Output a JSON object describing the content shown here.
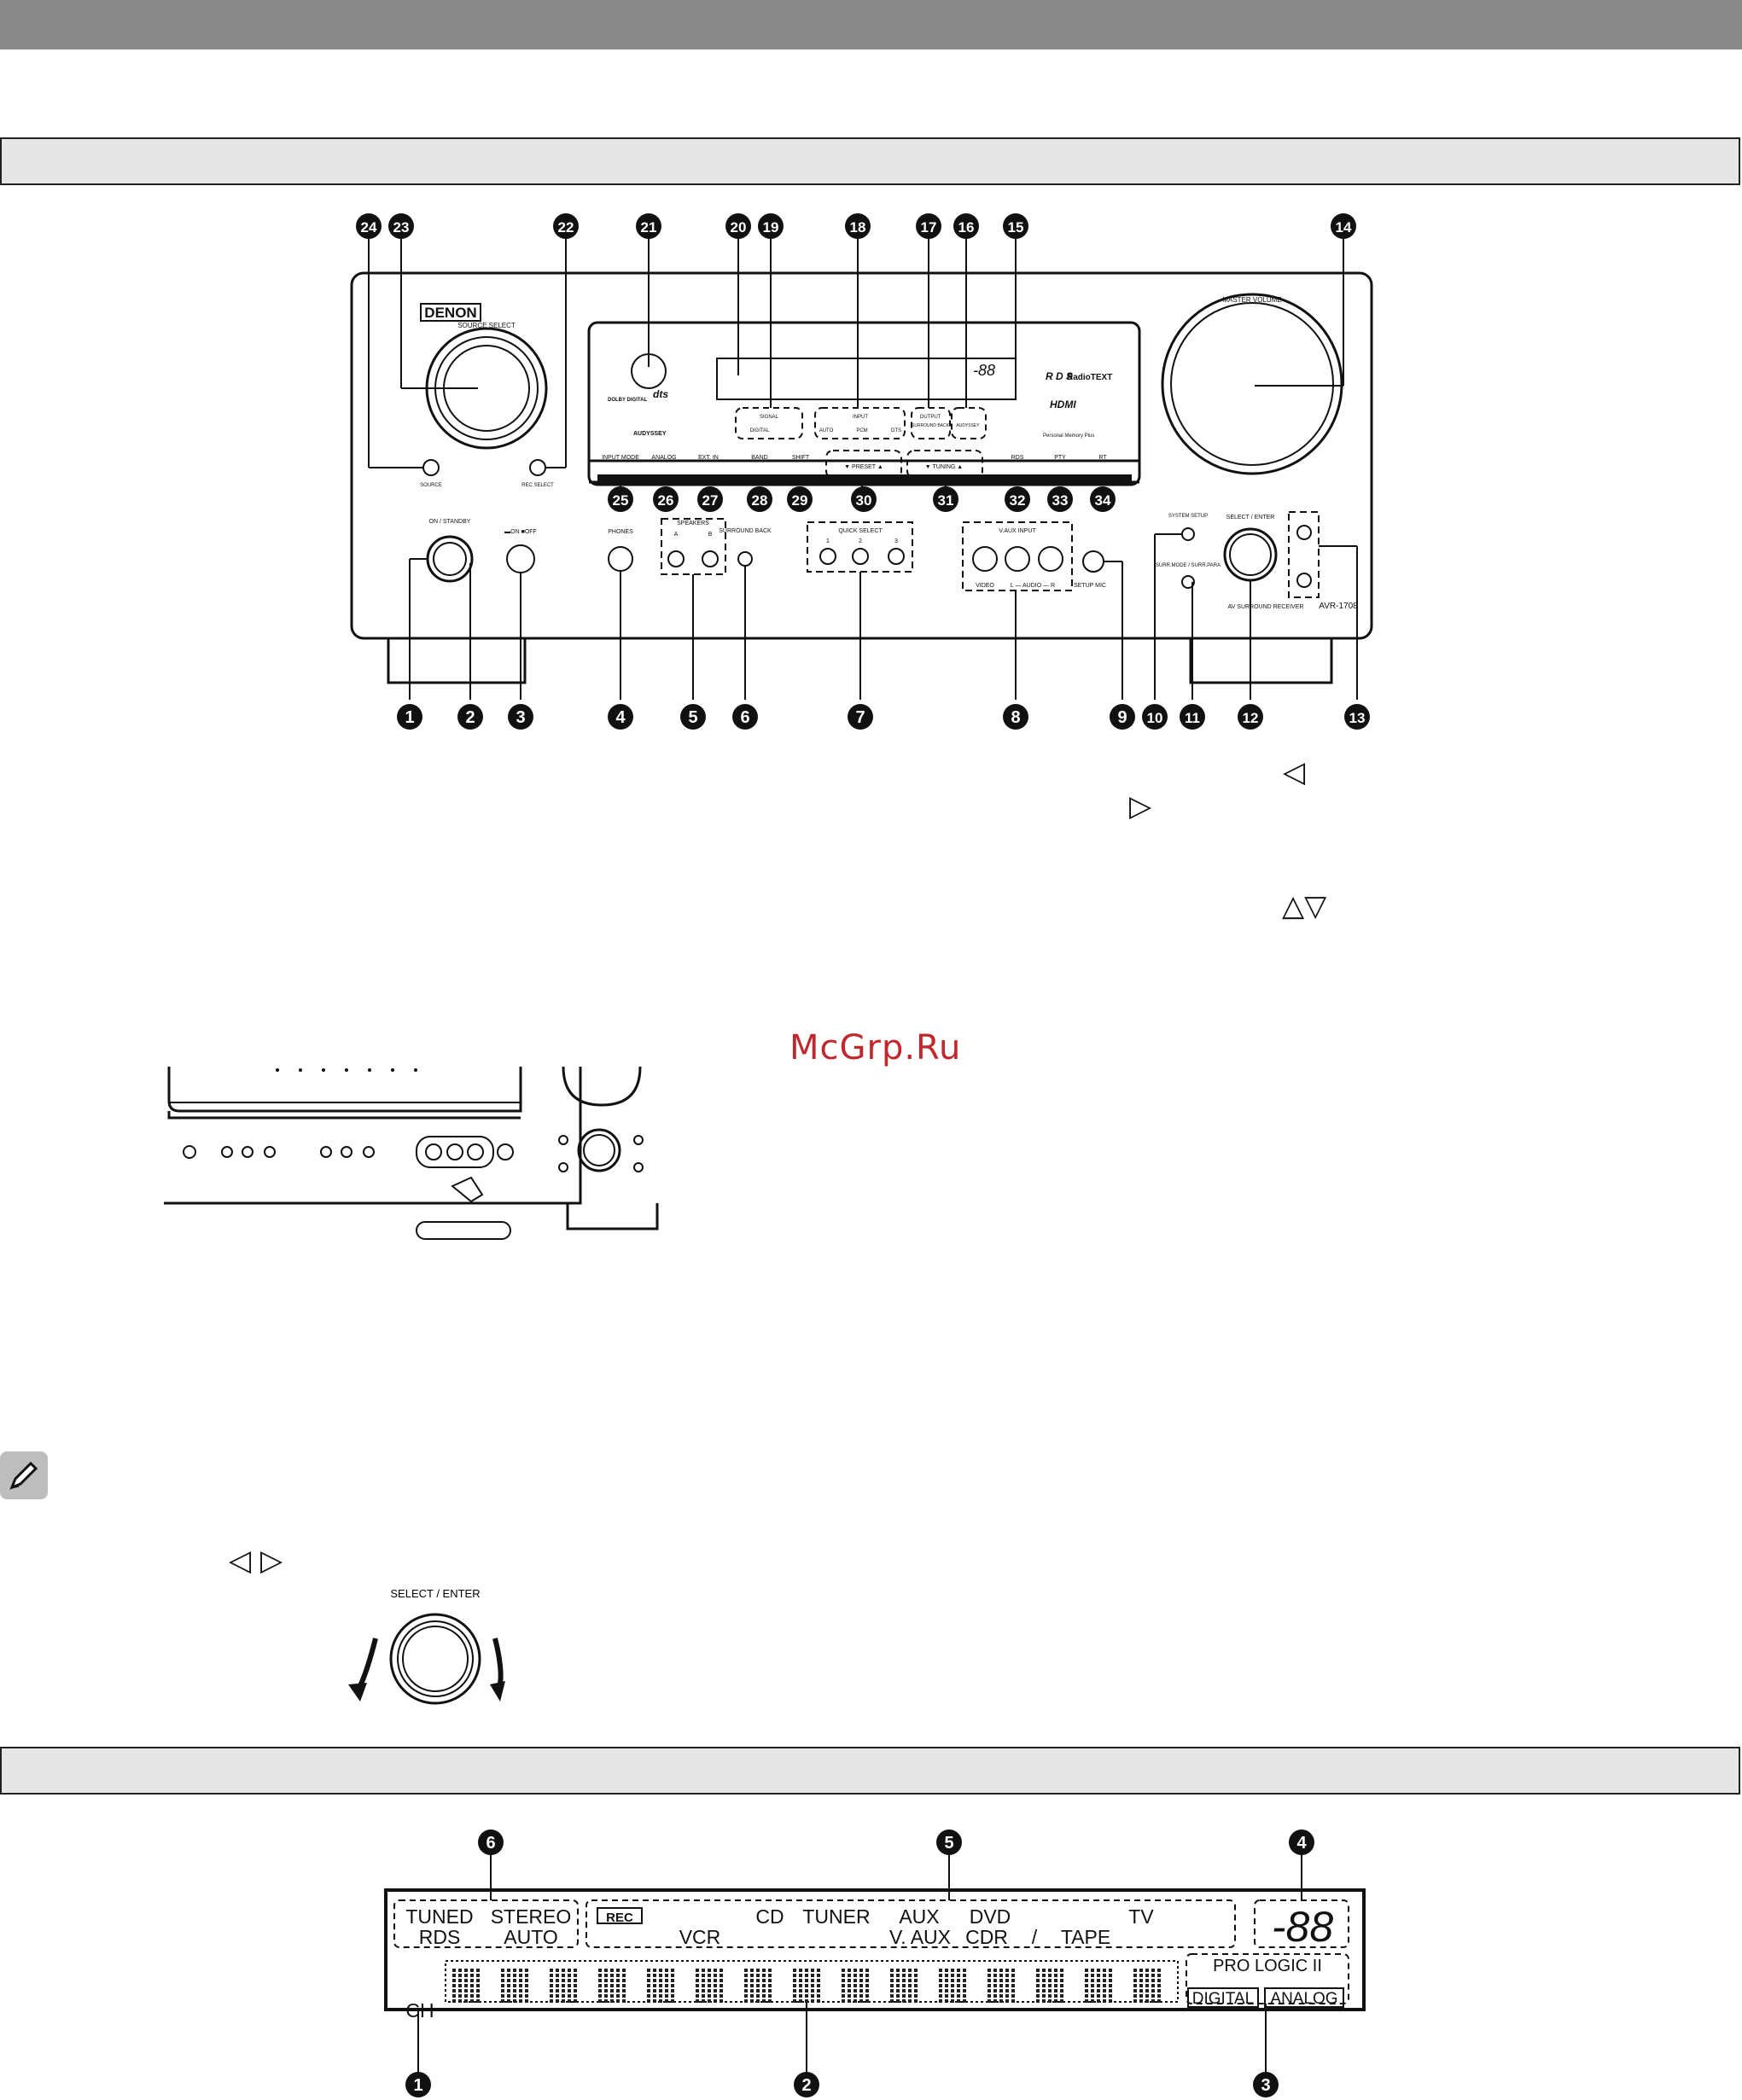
{
  "front_panel": {
    "brand": "DENON",
    "source_select_label": "SOURCE SELECT",
    "master_volume_label": "MASTER VOLUME",
    "on_standby_label": "ON / STANDBY",
    "power_label": "▬ON  ■OFF",
    "phones_label": "PHONES",
    "speakers_label": "SPEAKERS",
    "speakers_a": "A",
    "speakers_b": "B",
    "surround_back_label": "SURROUND BACK",
    "quick_select_label": "QUICK SELECT",
    "quick_select_1": "1",
    "quick_select_2": "2",
    "quick_select_3": "3",
    "v_aux_input_label": "V.AUX INPUT",
    "video_label": "VIDEO",
    "audio_label": "L — AUDIO — R",
    "setup_mic_label": "SETUP MIC",
    "system_setup_label": "SYSTEM SETUP",
    "surr_mode_label": "SURR.MODE / SURR.PARA",
    "select_enter_label": "SELECT / ENTER",
    "model_label": "AV SURROUND RECEIVER",
    "model_number": "AVR-1708",
    "source_button_label": "SOURCE",
    "rec_select_label": "REC SELECT",
    "rds_logo": "R D S",
    "radiotext_logo": "RadioTEXT",
    "hdmi_logo": "HDMI",
    "personal_memory_logo": "Personal Memory Plus",
    "signal_label": "SIGNAL",
    "signal_digital": "DIGITAL",
    "input_label": "INPUT",
    "input_auto": "AUTO",
    "input_pcm": "PCM",
    "input_dts": "DTS",
    "output_label": "OUTPUT",
    "output_surround_back": "SURROUND BACK",
    "audyssey_label": "AUDYSSEY",
    "dolby_logo": "DOLBY DIGITAL",
    "dts_logo": "dts",
    "audyssey_logo": "AUDYSSEY",
    "display_segment": "-88",
    "buttons": [
      "INPUT MODE",
      "ANALOG",
      "EXT. IN",
      "BAND",
      "SHIFT",
      "▼ PRESET ▲",
      "▼ TUNING ▲",
      "RDS",
      "PTY",
      "RT"
    ]
  },
  "callouts_top": [
    "24",
    "23",
    "22",
    "21",
    "20",
    "19",
    "18",
    "17",
    "16",
    "15",
    "14"
  ],
  "callouts_buttons": [
    "25",
    "26",
    "27",
    "28",
    "29",
    "30",
    "31",
    "32",
    "33",
    "34"
  ],
  "callouts_bottom": [
    "1",
    "2",
    "3",
    "4",
    "5",
    "6",
    "7",
    "8",
    "9",
    "10",
    "11",
    "12",
    "13"
  ],
  "knob_label": "SELECT / ENTER",
  "watermark": "McGrp.Ru",
  "fl_display": {
    "tuned": "TUNED",
    "stereo": "STEREO",
    "rds": "RDS",
    "auto": "AUTO",
    "rec": "REC",
    "cd": "CD",
    "tuner": "TUNER",
    "aux": "AUX",
    "dvd": "DVD",
    "tv": "TV",
    "vcr": "VCR",
    "v_aux": "V. AUX",
    "cdr": "CDR",
    "slash": "/",
    "tape": "TAPE",
    "ch": "CH",
    "pro_logic": "PRO LOGIC II",
    "digital": "DIGITAL",
    "analog": "ANALOG",
    "segment": "-88"
  },
  "callouts_display_top": [
    "6",
    "5",
    "4"
  ],
  "callouts_display_bottom": [
    "1",
    "2",
    "3"
  ],
  "colors": {
    "section_bar": "#e6e6e6",
    "top_bar": "#8a8a8a",
    "watermark": "#c0282e"
  }
}
